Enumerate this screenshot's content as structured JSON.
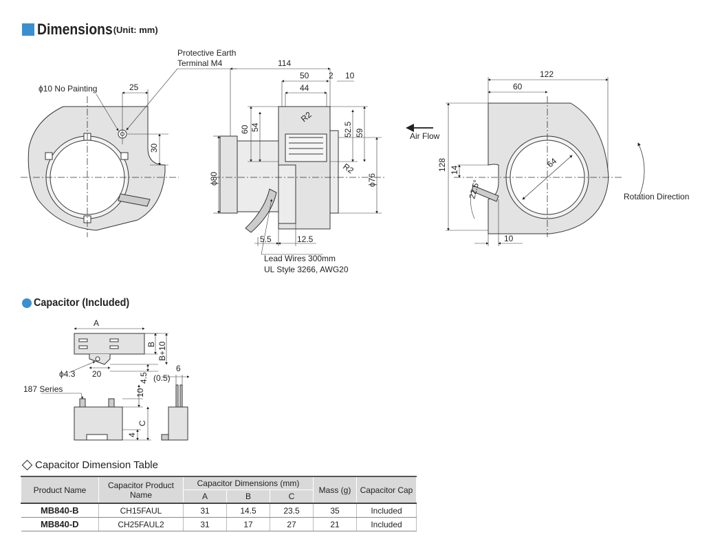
{
  "header": {
    "title": "Dimensions",
    "unit": "(Unit: mm)"
  },
  "front_view": {
    "no_painting": "ϕ10  No Painting",
    "pe_line1": "Protective Earth",
    "pe_line2": "Terminal M4",
    "d25": "25",
    "d30": "30"
  },
  "side_view": {
    "d114": "114",
    "d50": "50",
    "d2": "2",
    "d10": "10",
    "d44": "44",
    "d60": "60",
    "d54": "54",
    "d52_5": "52.5",
    "d59": "59",
    "r2a": "R2",
    "r2b": "R2",
    "d80": "ϕ80",
    "d76": "ϕ76",
    "d5_5": "5.5",
    "d12_5": "12.5",
    "lead1": "Lead Wires 300mm",
    "lead2": "UL Style 3266, AWG20"
  },
  "back_view": {
    "air_flow": "Air Flow",
    "d122": "122",
    "d60": "60",
    "d128": "128",
    "d14": "14",
    "d22_5": "22.5°",
    "d64": "64",
    "d10": "10",
    "rotation": "Rotation Direction"
  },
  "capacitor": {
    "title": "Capacitor (Included)",
    "A": "A",
    "B": "B",
    "B10": "B+10",
    "d4_3": "ϕ4.3",
    "d20": "20",
    "d4_5": "4.5",
    "d0_5": "(0.5)",
    "d6": "6",
    "series": "187 Series",
    "d10": "10",
    "d4": "4",
    "C": "C"
  },
  "table": {
    "title": "Capacitor Dimension Table",
    "h_product": "Product Name",
    "h_cap_product": "Capacitor Product Name",
    "h_cap_dims": "Capacitor Dimensions (mm)",
    "h_a": "A",
    "h_b": "B",
    "h_c": "C",
    "h_mass": "Mass (g)",
    "h_cap": "Capacitor Cap",
    "rows": [
      {
        "product": "MB840-B",
        "cap_product": "CH15FAUL",
        "a": "31",
        "b": "14.5",
        "c": "23.5",
        "mass": "35",
        "cap": "Included"
      },
      {
        "product": "MB840-D",
        "cap_product": "CH25FAUL2",
        "a": "31",
        "b": "17",
        "c": "27",
        "mass": "21",
        "cap": "Included"
      }
    ]
  }
}
